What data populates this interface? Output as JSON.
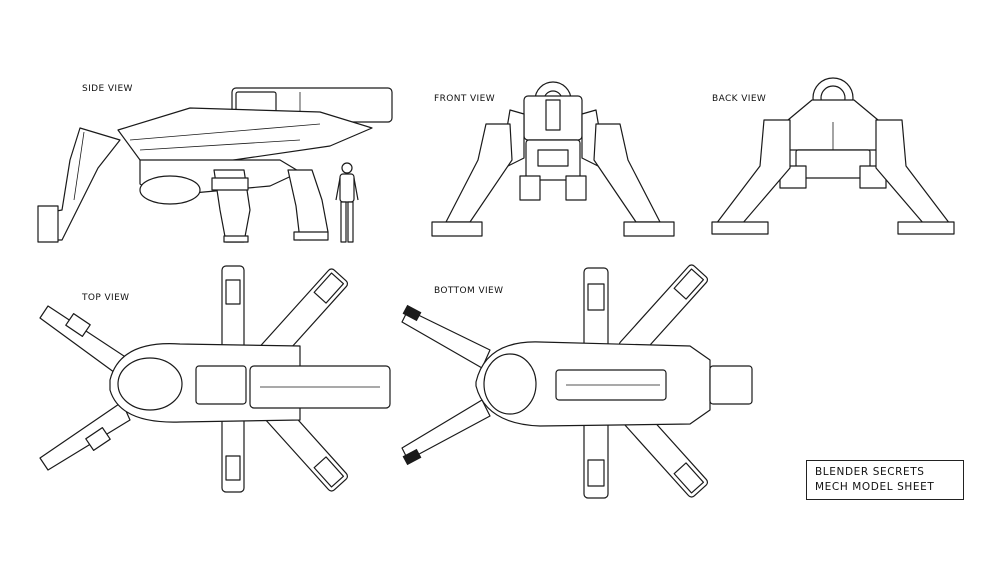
{
  "views": {
    "side": "SIDE VIEW",
    "front": "FRONT VIEW",
    "back": "BACK VIEW",
    "top": "TOP VIEW",
    "bottom": "BOTTOM VIEW"
  },
  "title_block": {
    "line1": "BLENDER SECRETS",
    "line2": "MECH MODEL SHEET"
  },
  "colors": {
    "ink": "#1a1a1a",
    "paper": "#ffffff"
  }
}
